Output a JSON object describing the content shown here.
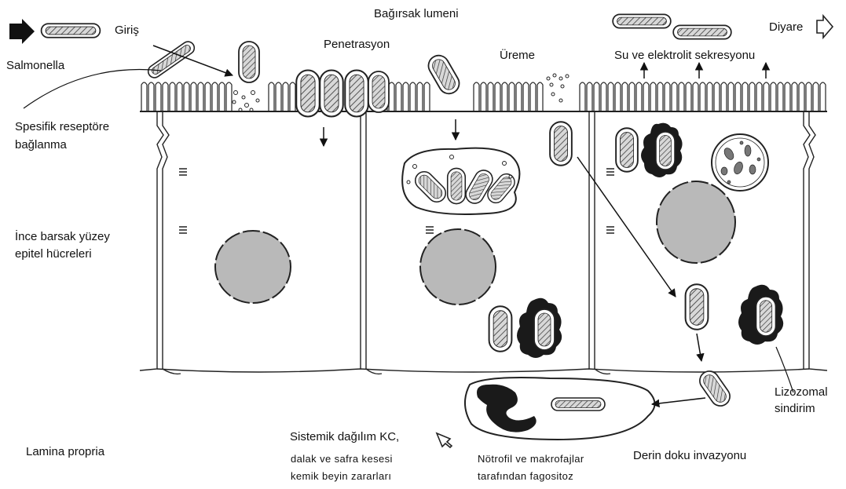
{
  "labels": {
    "lumen": "Bağırsak lumeni",
    "salmonella": "Salmonella",
    "giris": "Giriş",
    "penetrasyon": "Penetrasyon",
    "ureme": "Üreme",
    "su_elektrolit": "Su ve elektrolit sekresyonu",
    "diyare": "Diyare",
    "reseptor_1": "Spesifik reseptöre",
    "reseptor_2": "bağlanma",
    "epitel_1": "İnce barsak yüzey",
    "epitel_2": "epitel hücreleri",
    "lamina": "Lamina propria",
    "lizozomal_1": "Lizozomal",
    "lizozomal_2": "sindirim",
    "derin": "Derin doku invazyonu",
    "sistemik_1": "Sistemik dağılım KC,",
    "sistemik_2": "dalak ve safra kesesi",
    "sistemik_3": "kemik beyin zararları",
    "notrofil_1": "Nötrofil ve makrofajlar",
    "notrofil_2": "tarafından fagositoz"
  },
  "colors": {
    "nucleus": "#b9b9b9",
    "outline": "#222222",
    "lysosome": "#1a1a1a",
    "bacterium_fill": "#c8c8c8"
  },
  "icons": [
    "salmonella-arrow-icon",
    "hollow-arrow-icon"
  ]
}
